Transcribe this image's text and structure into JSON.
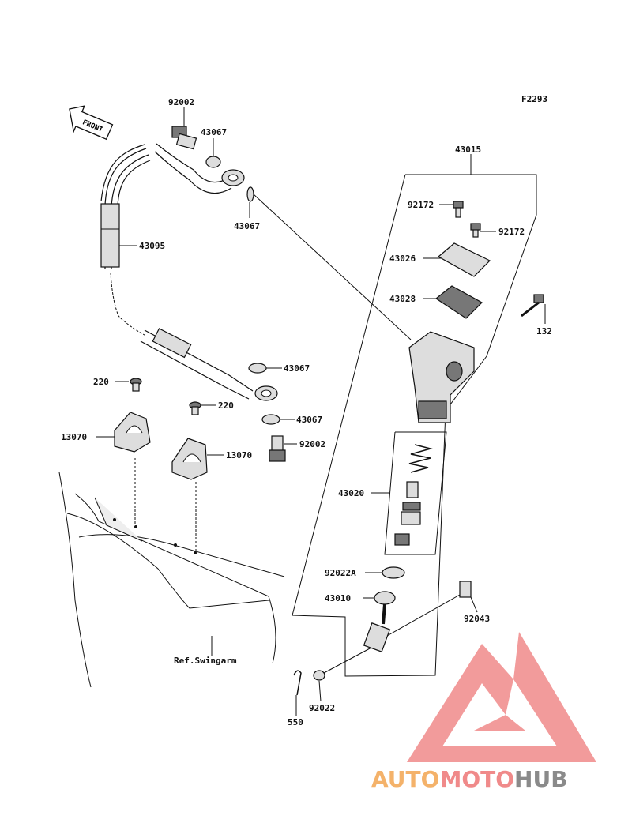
{
  "figure_code": "F2293",
  "front_label": "FRONT",
  "ref_label": "Ref.Swingarm",
  "parts": {
    "p92002_top": "92002",
    "p43067_top": "43067",
    "p43067_mid": "43067",
    "p43095": "43095",
    "p43067_a": "43067",
    "p43067_b": "43067",
    "p92002_bot": "92002",
    "p220_left": "220",
    "p220_right": "220",
    "p13070_left": "13070",
    "p13070_right": "13070",
    "p43015": "43015",
    "p92172_left": "92172",
    "p92172_right": "92172",
    "p43026": "43026",
    "p43028": "43028",
    "p132": "132",
    "p43020": "43020",
    "p92022A": "92022A",
    "p43010": "43010",
    "p92043": "92043",
    "p92022": "92022",
    "p550": "550"
  },
  "watermark": {
    "part1": "AUTO",
    "part2": "MOTO",
    "part3": "HUB",
    "color1": "#f4b26a",
    "color2": "#f08a8a",
    "color3": "#8a8a8a",
    "logo_color": "#f07c7c"
  }
}
